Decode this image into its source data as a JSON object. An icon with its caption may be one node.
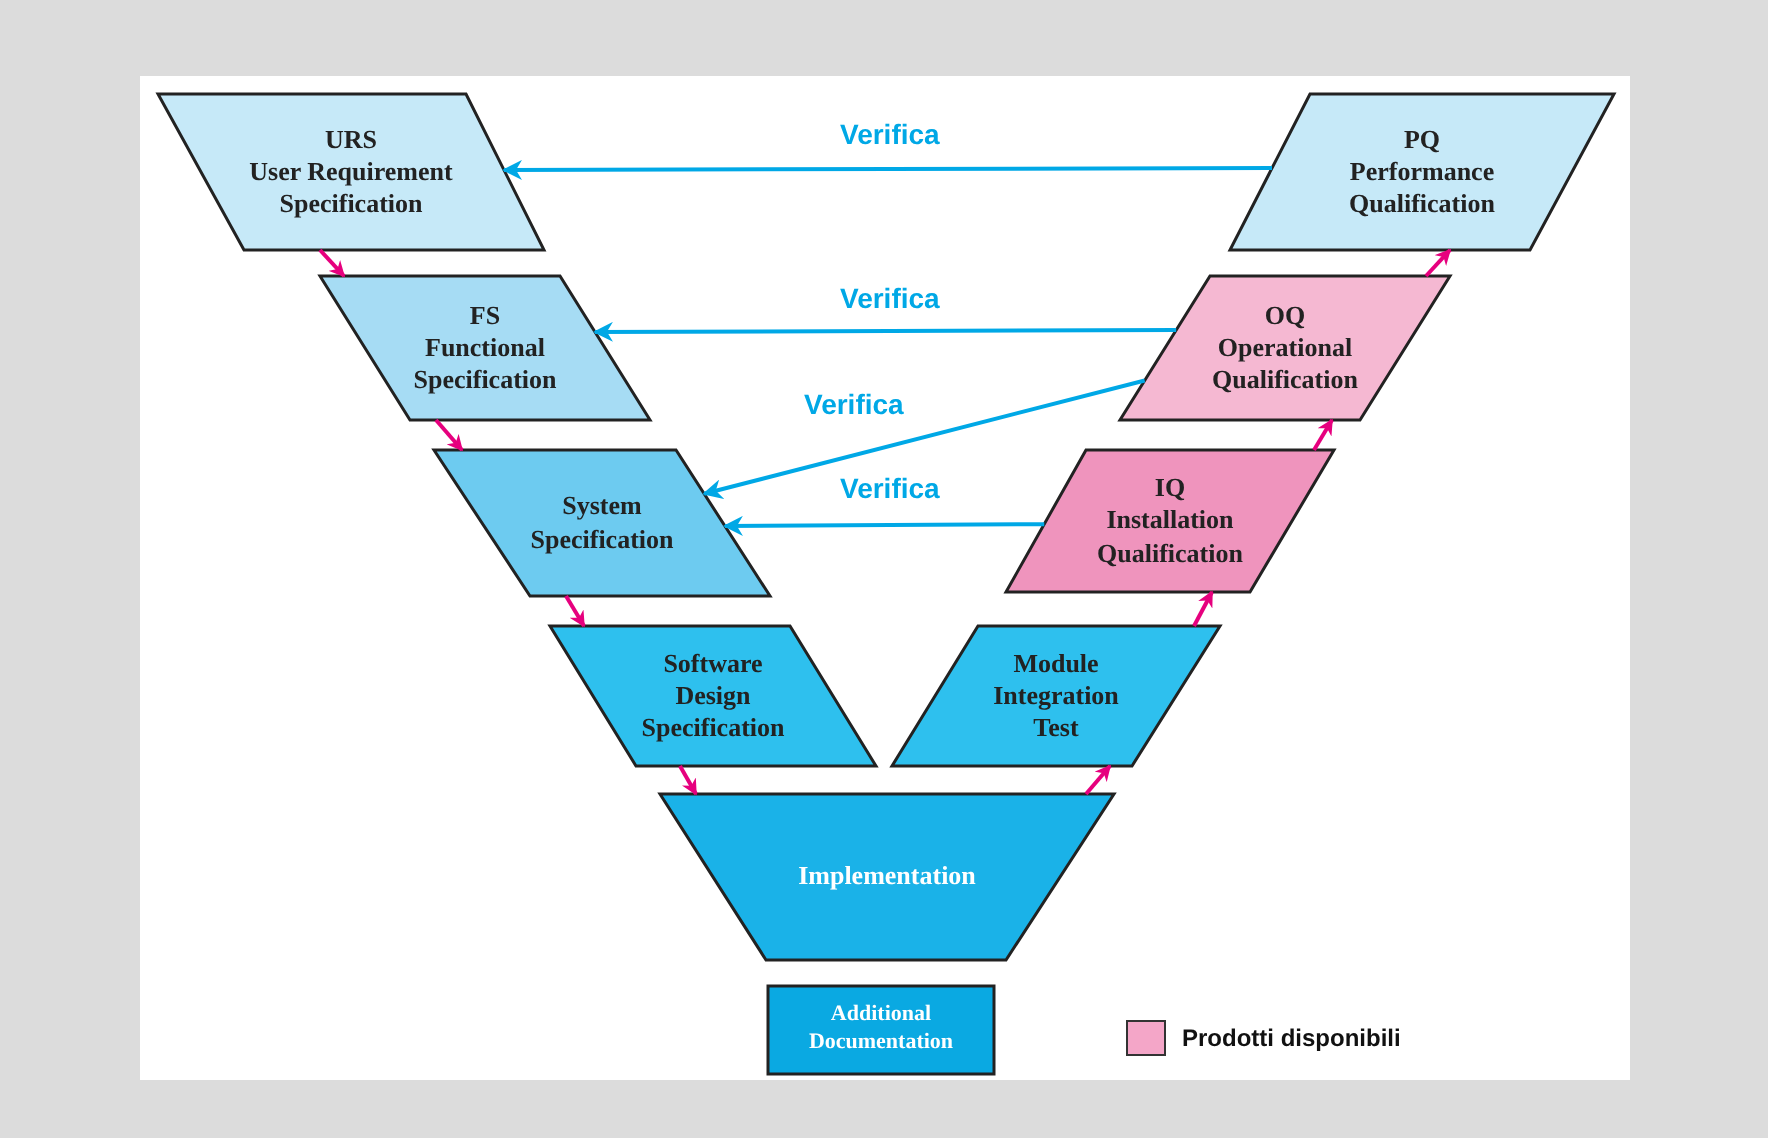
{
  "diagram": {
    "nodes": [
      {
        "text": [
          "URS",
          "User Requirement Specification"
        ]
      },
      {
        "text": [
          "FS",
          "Functional Specification"
        ]
      },
      {
        "text": [
          "System Specification"
        ]
      },
      {
        "text": [
          "Software Design Specification"
        ]
      },
      {
        "text": [
          "Implementation"
        ]
      },
      {
        "text": [
          "Additional Documentation"
        ]
      },
      {
        "text": [
          "Module Integration Test"
        ]
      },
      {
        "text": [
          "IQ",
          "Installation Qualification"
        ]
      },
      {
        "text": [
          "OQ",
          "Operational Qualification"
        ]
      },
      {
        "text": [
          "PQ",
          "Performance Qualification"
        ]
      }
    ],
    "edges": [
      {
        "from": 0,
        "to": 1,
        "arrow": "to"
      },
      {
        "from": 1,
        "to": 2,
        "arrow": "to"
      },
      {
        "from": 2,
        "to": 3,
        "arrow": "to"
      },
      {
        "from": 3,
        "to": 4,
        "arrow": "to"
      },
      {
        "from": 4,
        "to": 6,
        "arrow": "to"
      },
      {
        "from": 6,
        "to": 7,
        "arrow": "to"
      },
      {
        "from": 7,
        "to": 8,
        "arrow": "to"
      },
      {
        "from": 8,
        "to": 9,
        "arrow": "to"
      },
      {
        "from": 9,
        "to": 0,
        "arrow": "to",
        "label": "Verifica",
        "color": "#00a8e6"
      },
      {
        "from": 8,
        "to": 1,
        "arrow": "to",
        "label": "Verifica",
        "color": "#00a8e6"
      },
      {
        "from": 8,
        "to": 2,
        "arrow": "to",
        "label": "Verifica",
        "color": "#00a8e6"
      },
      {
        "from": 7,
        "to": 2,
        "arrow": "to",
        "label": "Verifica",
        "color": "#00a8e6"
      }
    ],
    "legend": [
      {
        "text": "Prodotti disponibili",
        "color": "#f4a6c8"
      }
    ]
  }
}
